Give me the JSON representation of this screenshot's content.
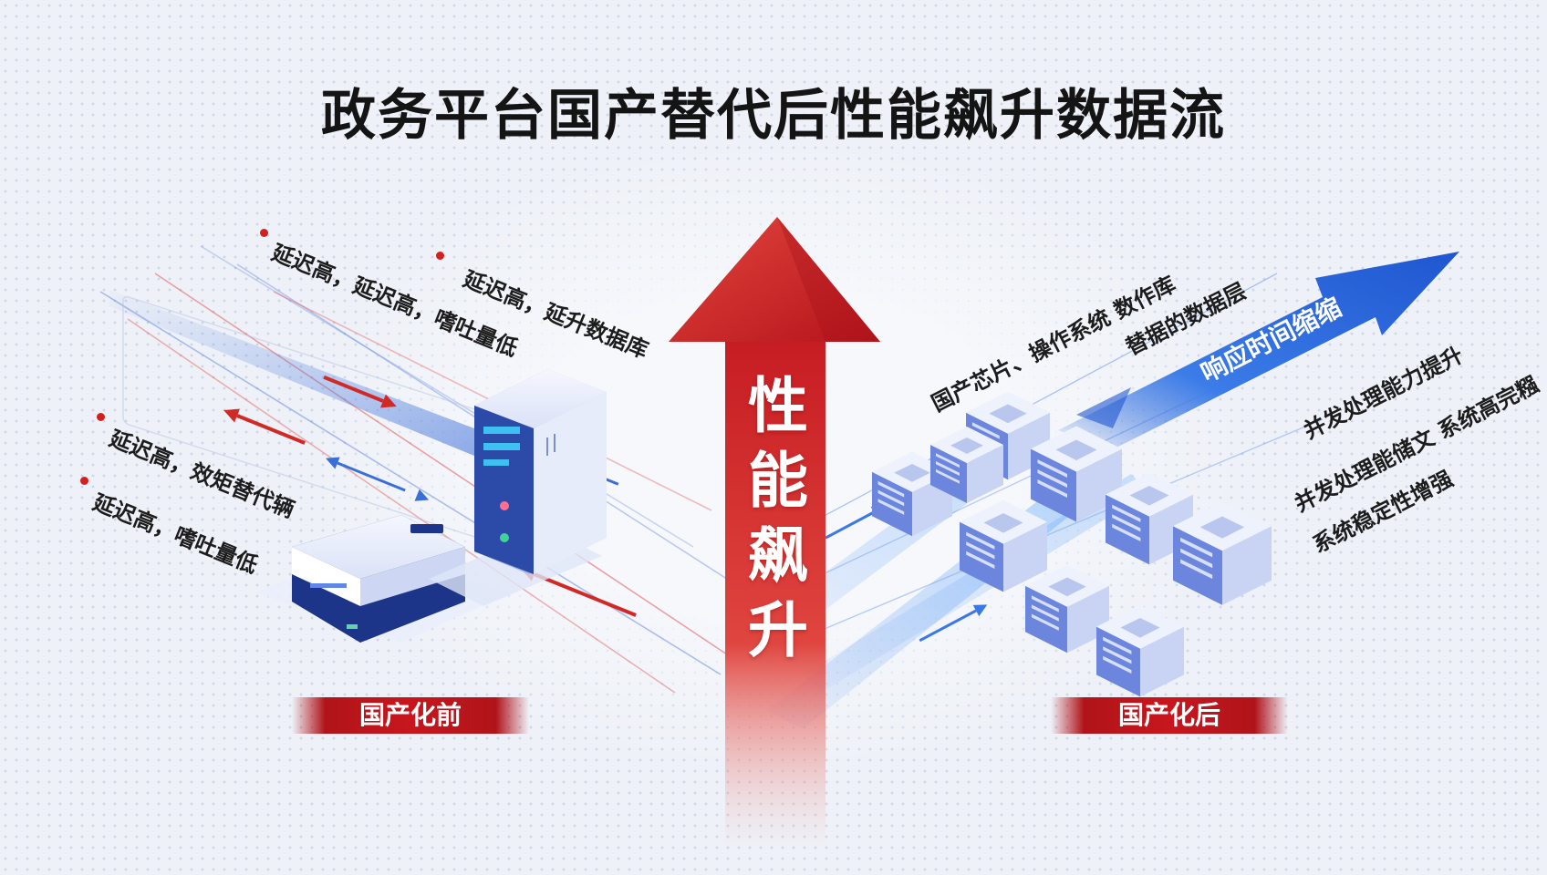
{
  "title": "政务平台国产替代后性能飙升数据流",
  "center_arrow": {
    "chars": [
      "性",
      "能",
      "飙",
      "升"
    ],
    "color": "#d9302c"
  },
  "left_panel": {
    "badge": "国产化前",
    "notes": [
      "延迟高，延迟高，嗜吐量低",
      "延迟高，延升数据库",
      "延迟高，效矩替代辆",
      "延迟高，嗜吐量低"
    ]
  },
  "right_panel": {
    "badge": "国产化后",
    "arrow_label": "响应时间缩缩",
    "notes": [
      "国产芯片、操作系统 数作库",
      "替据的数据层",
      "并发处理能力提升",
      "并发处理能储文 系统高完糨",
      "系统稳定性增强"
    ]
  },
  "colors": {
    "accent_red": "#d9302c",
    "badge_red": "#c8161d",
    "accent_blue": "#2f6fe0",
    "server_blue": "#5b79d6",
    "server_dark": "#1f3a8f"
  },
  "icons": [
    "server-tower-icon",
    "server-box-icon",
    "cube-server-icon",
    "bullet-dot-icon"
  ]
}
